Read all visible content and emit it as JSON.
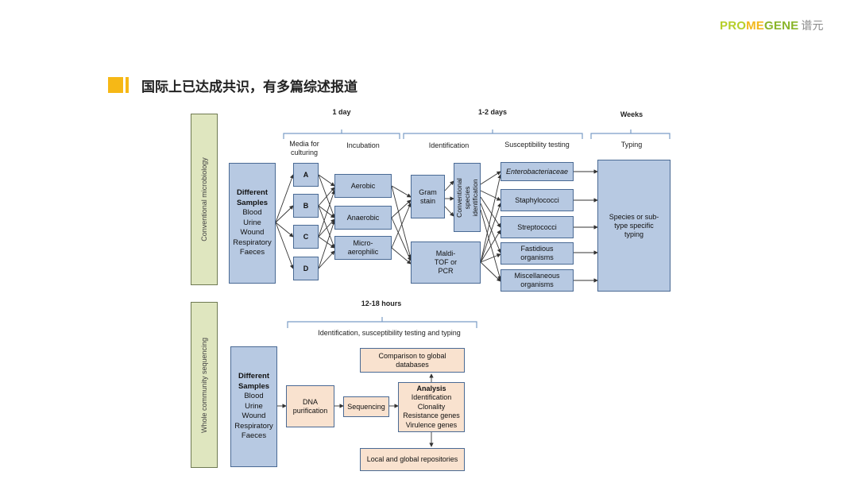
{
  "logo": {
    "brand_pro": "PRO",
    "brand_me": "ME",
    "brand_gene": "GENE",
    "brand_cn": "谱元"
  },
  "heading": "国际上已达成共识，有多篇综述报道",
  "conventional": {
    "side_label": "Conventional microbiology",
    "header_1day": "1 day",
    "header_12days": "1-2 days",
    "header_weeks": "Weeks",
    "col_media": "Media for culturing",
    "col_incubation": "Incubation",
    "col_identification": "Identification",
    "col_susceptibility": "Susceptibility testing",
    "col_typing": "Typing",
    "samples_title": "Different Samples",
    "samples_items": [
      "Blood",
      "Urine",
      "Wound",
      "Respiratory",
      "Faeces"
    ],
    "media": [
      "A",
      "B",
      "C",
      "D"
    ],
    "incubation": [
      "Aerobic",
      "Anaerobic",
      "Micro-aerophilic"
    ],
    "gram_stain": "Gram stain",
    "species_id": "Conventional species identification",
    "maldi": "Maldi-TOF or PCR",
    "susceptibility": [
      "Enterobacteriaceae",
      "Staphylococci",
      "Streptococci",
      "Fastidious organisms",
      "Miscellaneous organisms"
    ],
    "typing_box": "Species or sub-type specific typing"
  },
  "wcs": {
    "side_label": "Whole community sequencing",
    "header_time": "12-18 hours",
    "header_sub": "Identification, susceptibility testing and typing",
    "samples_title": "Different Samples",
    "samples_items": [
      "Blood",
      "Urine",
      "Wound",
      "Respiratory",
      "Faeces"
    ],
    "dna": "DNA purification",
    "sequencing": "Sequencing",
    "analysis_title": "Analysis",
    "analysis_items": [
      "Identification",
      "Clonality",
      "Resistance genes",
      "Virulence genes"
    ],
    "comparison": "Comparison to global databases",
    "repositories": "Local and global repositories"
  },
  "colors": {
    "accent": "#f6b816",
    "box_blue": "#b7c9e2",
    "box_peach": "#f9e2cf",
    "side_green": "#dfe6bf",
    "border": "#4a6a94"
  }
}
